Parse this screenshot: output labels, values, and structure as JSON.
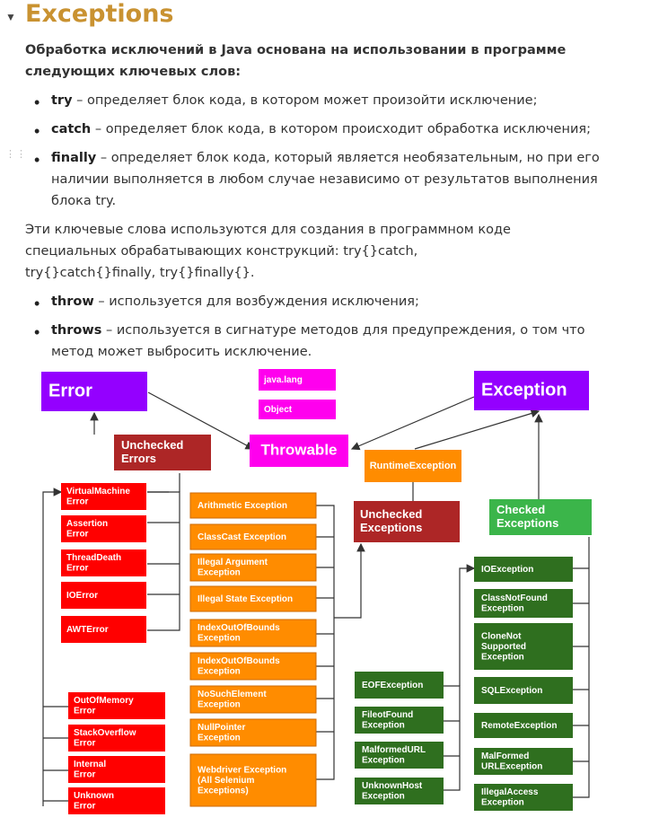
{
  "title": "Exceptions",
  "intro": "Обработка исключений в Java основана на использовании в программе следующих ключевых слов:",
  "keywords1": [
    {
      "kw": "try",
      "desc": " – определяет блок кода, в котором может произойти исключение;"
    },
    {
      "kw": "catch",
      "desc": " – определяет блок кода, в котором происходит обработка исключения;"
    },
    {
      "kw": "finally",
      "desc": " – определяет блок кода, который является необязательным, но при его наличии выполняется в любом случае независимо от результатов выполнения блока try."
    }
  ],
  "para": "Эти ключевые слова используются для создания в программном коде специальных обрабатывающих конструкций: try{}catch, try{}catch{}finally, try{}finally{}.",
  "keywords2": [
    {
      "kw": "throw",
      "desc": " – используется для возбуждения исключения;"
    },
    {
      "kw": "throws",
      "desc": " – используется в сигнатуре методов для предупреждения, о том что метод может выбросить исключение."
    }
  ],
  "diagram": {
    "colors": {
      "purple": "#9400ff",
      "magenta": "#ff00ee",
      "darkred": "#ad2626",
      "red": "#ff0000",
      "orange": "#ff8c00",
      "green": "#3bb54a",
      "darkgreen": "#2f6f1f",
      "line": "#333333"
    },
    "error": "Error",
    "exception": "Exception",
    "java_lang": "java.lang",
    "object": "Object",
    "throwable": "Throwable",
    "runtime_exception": "RuntimeException",
    "unchecked_errors": [
      "Unchecked",
      "Errors"
    ],
    "unchecked_exceptions": [
      "Unchecked",
      "Exceptions"
    ],
    "checked_exceptions": [
      "Checked",
      "Exceptions"
    ],
    "errors_top": [
      [
        "VirtualMachine",
        "Error"
      ],
      [
        "Assertion",
        "Error"
      ],
      [
        "ThreadDeath",
        "Error"
      ],
      [
        "IOError"
      ],
      [
        "AWTError"
      ]
    ],
    "errors_bottom": [
      [
        "OutOfMemory",
        "Error"
      ],
      [
        "StackOverflow",
        "Error"
      ],
      [
        "Internal",
        "Error"
      ],
      [
        "Unknown",
        "Error"
      ]
    ],
    "runtime_list": [
      [
        "Arithmetic Exception"
      ],
      [
        "ClassCast Exception"
      ],
      [
        "Illegal Argument",
        "Exception"
      ],
      [
        "Illegal State Exception"
      ],
      [
        "IndexOutOfBounds",
        "Exception"
      ],
      [
        "IndexOutOfBounds",
        "Exception"
      ],
      [
        "NoSuchElement",
        "Exception"
      ],
      [
        "NullPointer",
        "Exception"
      ],
      [
        "Webdriver Exception",
        "(All Selenium",
        "Exceptions)"
      ]
    ],
    "io_list": [
      [
        "EOFException"
      ],
      [
        "FileotFound",
        "Exception"
      ],
      [
        "MalformedURL",
        "Exception"
      ],
      [
        "UnknownHost",
        "Exception"
      ]
    ],
    "checked_list": [
      [
        "IOException"
      ],
      [
        "ClassNotFound",
        "Exception"
      ],
      [
        "CloneNot",
        "Supported",
        "Exception"
      ],
      [
        "SQLException"
      ],
      [
        "RemoteException"
      ],
      [
        "MalFormed",
        "URLException"
      ],
      [
        "IllegalAccess",
        "Exception"
      ]
    ]
  }
}
